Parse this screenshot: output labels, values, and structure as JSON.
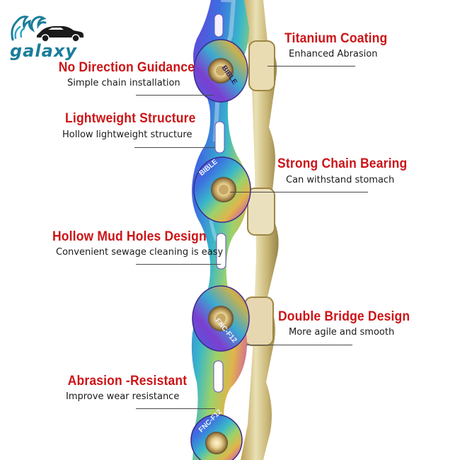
{
  "brand": {
    "name": "galaxy",
    "logo_icon": "car-wave-logo-icon",
    "color": "#1b7d9a"
  },
  "chain_marks": [
    "BIBLE",
    "BIBLE",
    "FNC-F12",
    "FNC-F12"
  ],
  "accent_color": "#cc1417",
  "features": {
    "left": [
      {
        "title": "No Direction Guidance",
        "subtitle": "Simple chain installation"
      },
      {
        "title": "Lightweight Structure",
        "subtitle": "Hollow lightweight structure"
      },
      {
        "title": "Hollow Mud Holes Design",
        "subtitle": "Convenient sewage cleaning is easy"
      },
      {
        "title": "Abrasion -Resistant",
        "subtitle": "Improve wear resistance"
      }
    ],
    "right": [
      {
        "title": "Titanium Coating",
        "subtitle": "Enhanced Abrasion"
      },
      {
        "title": "Strong Chain Bearing",
        "subtitle": "Can withstand stomach"
      },
      {
        "title": "Double Bridge Design",
        "subtitle": "More agile and smooth"
      }
    ]
  }
}
